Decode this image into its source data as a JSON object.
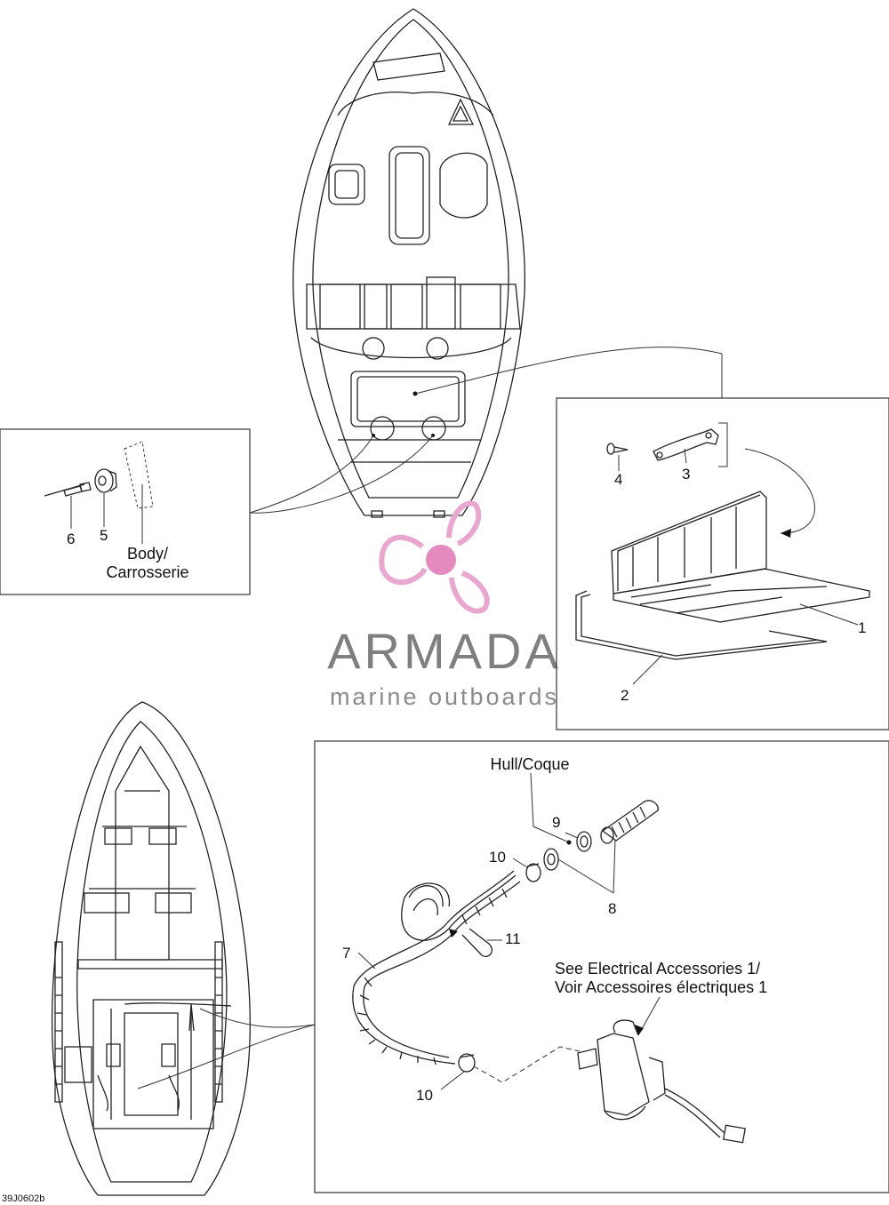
{
  "diagram_code": "39J0602b",
  "watermark": {
    "brand": "ARMADA",
    "tagline": "marine outboards",
    "colors": {
      "logo_pink": "#e9a6cf",
      "hub_pink": "#e58ac0",
      "text_gray": "#7f7f7f"
    }
  },
  "labels": {
    "body": "Body/",
    "body_fr": "Carrosserie",
    "hull": "Hull/Coque",
    "see_electrical_1": "See Electrical Accessories 1/",
    "see_electrical_2": "Voir Accessoires électriques 1"
  },
  "callouts": {
    "p1": "1",
    "p2": "2",
    "p3": "3",
    "p4": "4",
    "p5": "5",
    "p6": "6",
    "p7": "7",
    "p8": "8",
    "p9": "9",
    "p10a": "10",
    "p10b": "10",
    "p11": "11"
  }
}
